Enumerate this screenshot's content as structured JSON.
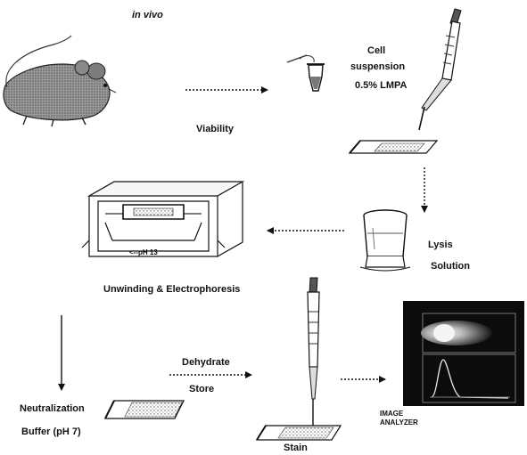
{
  "header": {
    "in_vivo": "in vivo"
  },
  "labels": {
    "viability": "Viability",
    "cell_suspension_line1": "Cell",
    "cell_suspension_line2": "suspension",
    "cell_suspension_line3": "0.5% LMPA",
    "lysis_line1": "Lysis",
    "lysis_line2": "Solution",
    "unwinding": "Unwinding & Electrophoresis",
    "ph13": "<--pH 13",
    "neutralization_line1": "Neutralization",
    "neutralization_line2": "Buffer (pH 7)",
    "dehydrate": "Dehydrate",
    "store": "Store",
    "stain": "Stain",
    "image_line1": "IMAGE",
    "image_line2": "ANALYZER"
  }
}
